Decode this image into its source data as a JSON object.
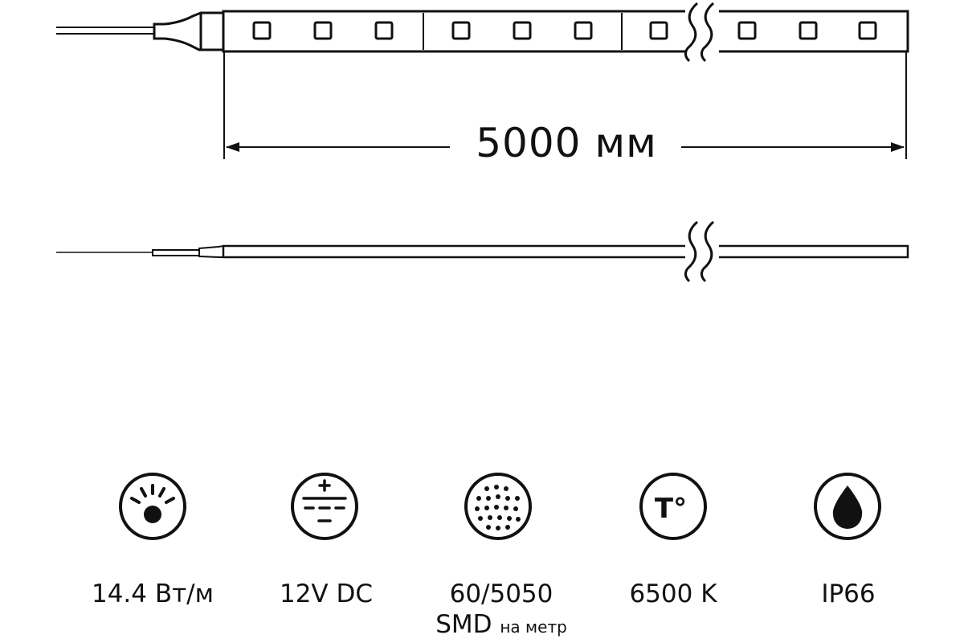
{
  "dimension": {
    "length_label": "5000 мм"
  },
  "specs": [
    {
      "icon": "brightness-icon",
      "value": "14.4 Вт/м"
    },
    {
      "icon": "dc-power-icon",
      "value": "12V DC"
    },
    {
      "icon": "led-dots-icon",
      "value": "60/5050",
      "value_line2": "SMD",
      "value_suffix": "на метр"
    },
    {
      "icon": "temperature-icon",
      "value": "6500 K",
      "icon_text": "T°"
    },
    {
      "icon": "water-drop-icon",
      "value": "IP66"
    }
  ],
  "colors": {
    "ink": "#111111",
    "background": "#ffffff"
  }
}
